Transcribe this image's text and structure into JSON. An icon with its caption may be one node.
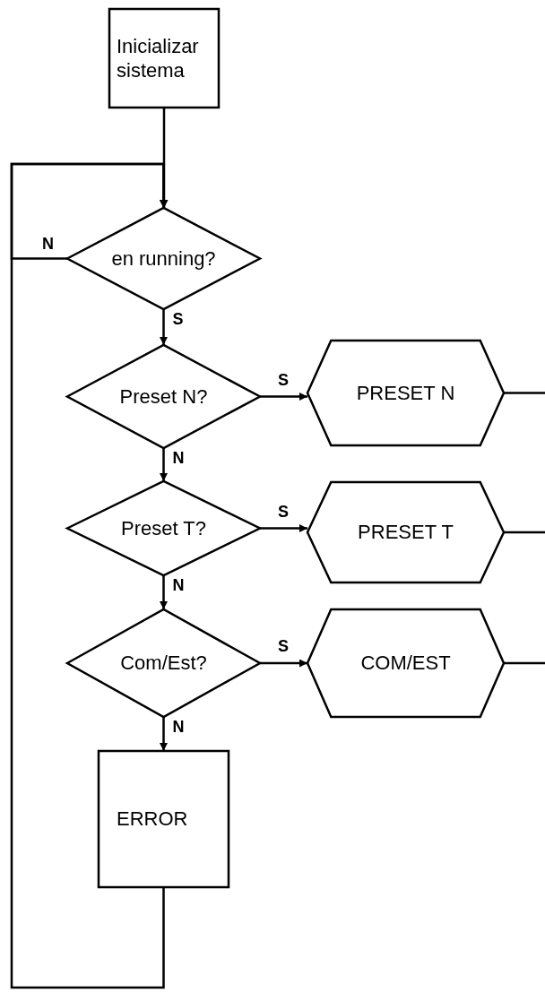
{
  "diagram": {
    "nodes": [
      {
        "text": [
          "Inicializar sistema"
        ]
      },
      {
        "text": [
          "en running?"
        ]
      },
      {
        "text": [
          "Preset N?"
        ]
      },
      {
        "text": [
          "PRESET N"
        ]
      },
      {
        "text": [
          "Preset T?"
        ]
      },
      {
        "text": [
          "PRESET T"
        ]
      },
      {
        "text": [
          "Com/Est?"
        ]
      },
      {
        "text": [
          "COM/EST"
        ]
      },
      {
        "text": [
          "ERROR"
        ]
      }
    ],
    "edges": [
      {
        "from": 0,
        "to": 1,
        "arrow": "to"
      },
      {
        "from": 1,
        "to": 1,
        "arrow": "to",
        "label": "N"
      },
      {
        "from": 1,
        "to": 2,
        "arrow": "to",
        "label": "S"
      },
      {
        "from": 2,
        "to": 3,
        "arrow": "to",
        "label": "S"
      },
      {
        "from": 2,
        "to": 4,
        "arrow": "to",
        "label": "N"
      },
      {
        "from": 4,
        "to": 5,
        "arrow": "to",
        "label": "S"
      },
      {
        "from": 4,
        "to": 6,
        "arrow": "to",
        "label": "N"
      },
      {
        "from": 6,
        "to": 7,
        "arrow": "to",
        "label": "S"
      },
      {
        "from": 6,
        "to": 8,
        "arrow": "to",
        "label": "N"
      },
      {
        "from": 8,
        "to": 1,
        "arrow": "to"
      },
      {
        "from": 3,
        "to": null,
        "arrow": "none"
      },
      {
        "from": 5,
        "to": null,
        "arrow": "none"
      },
      {
        "from": 7,
        "to": null,
        "arrow": "none"
      }
    ]
  }
}
